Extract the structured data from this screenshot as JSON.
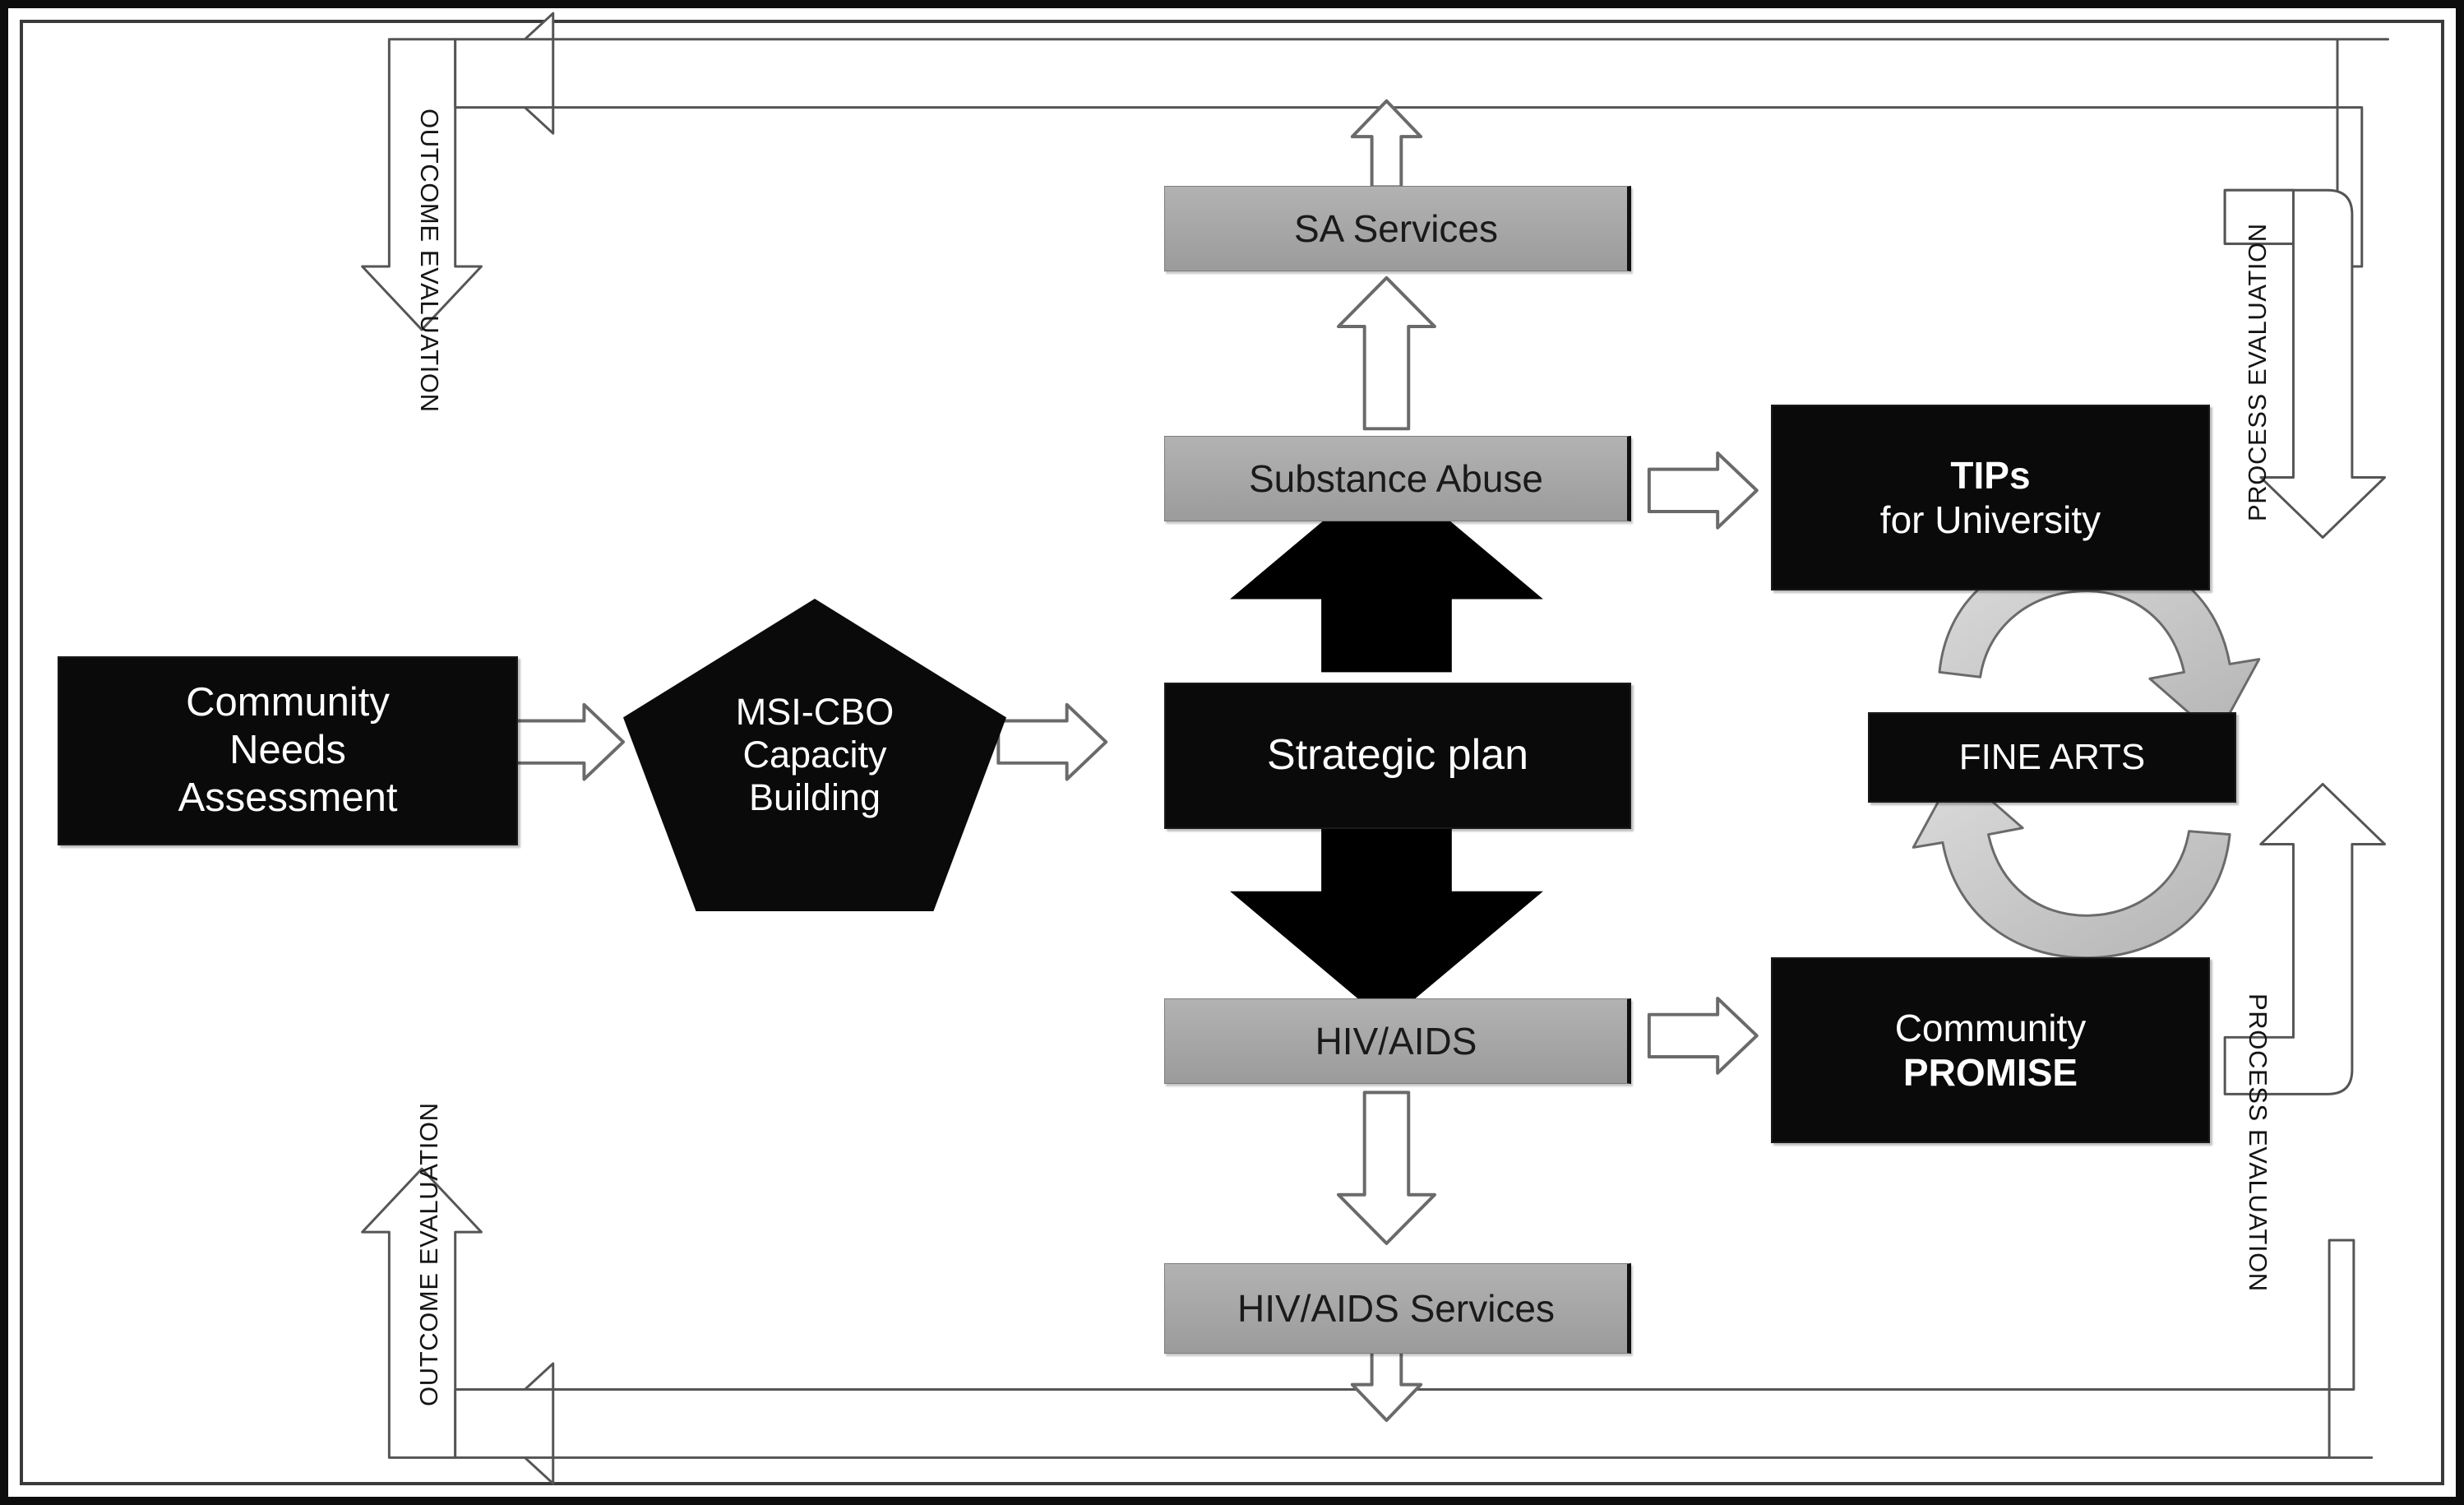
{
  "diagram": {
    "title": "MSI-CBO Capacity Building Program Logic Model",
    "colors": {
      "black_node": "#0a0a0a",
      "gray_node": "#a8a8a8",
      "text_on_black": "#ffffff",
      "text_on_gray": "#1a1a1a",
      "arrow_outline": "#555555",
      "arrow_fill": "#ffffff",
      "solid_arrow": "#000000",
      "cycle_arrow_fill": "#c9c9c9",
      "frame": "#0d0d0d"
    },
    "nodes": {
      "community_needs": {
        "label": "Community\nNeeds\nAssessment",
        "lines": [
          "Community",
          "Needs",
          "Assessment"
        ],
        "style": "black-rect"
      },
      "capacity_building": {
        "label": "MSI-CBO Capacity Building",
        "lines": [
          "MSI-CBO",
          "Capacity",
          "Building"
        ],
        "style": "black-pentagon"
      },
      "strategic_plan": {
        "label": "Strategic plan",
        "lines": [
          "Strategic plan"
        ],
        "style": "black-rect"
      },
      "substance_abuse": {
        "label": "Substance Abuse",
        "lines": [
          "Substance Abuse"
        ],
        "style": "gray-rect"
      },
      "sa_services": {
        "label": "SA Services",
        "lines": [
          "SA Services"
        ],
        "style": "gray-rect"
      },
      "hiv_aids": {
        "label": "HIV/AIDS",
        "lines": [
          "HIV/AIDS"
        ],
        "style": "gray-rect"
      },
      "hiv_aids_services": {
        "label": "HIV/AIDS Services",
        "lines": [
          "HIV/AIDS Services"
        ],
        "style": "gray-rect"
      },
      "tips_university": {
        "label": "TIPs for University",
        "line1": "TIPs",
        "line2": "for University",
        "style": "black-rect"
      },
      "fine_arts": {
        "label": "FINE ARTS",
        "lines": [
          "FINE ARTS"
        ],
        "style": "black-rect"
      },
      "community_promise": {
        "label": "Community PROMISE",
        "line1": "Community",
        "line2": "PROMISE",
        "style": "black-rect"
      }
    },
    "evaluation_labels": {
      "outcome_top": "OUTCOME EVALUATION",
      "outcome_bottom": "OUTCOME EVALUATION",
      "process_top": "PROCESS EVALUATION",
      "process_bottom": "PROCESS EVALUATION"
    },
    "connectors": [
      {
        "name": "needs-to-capacity",
        "from": "community_needs",
        "to": "capacity_building",
        "type": "block-arrow-right"
      },
      {
        "name": "capacity-to-plan",
        "from": "capacity_building",
        "to": "strategic_plan",
        "type": "block-arrow-right"
      },
      {
        "name": "plan-to-substance-abuse",
        "from": "strategic_plan",
        "to": "substance_abuse",
        "type": "solid-block-arrow-up"
      },
      {
        "name": "plan-to-hiv",
        "from": "strategic_plan",
        "to": "hiv_aids",
        "type": "solid-block-arrow-down"
      },
      {
        "name": "substance-abuse-to-sa-services",
        "from": "substance_abuse",
        "to": "sa_services",
        "type": "block-arrow-up"
      },
      {
        "name": "sa-services-to-outcome-loop",
        "from": "sa_services",
        "to": "outcome_top",
        "type": "block-arrow-up"
      },
      {
        "name": "substance-abuse-to-tips",
        "from": "substance_abuse",
        "to": "tips_university",
        "type": "block-arrow-right"
      },
      {
        "name": "hiv-to-hiv-services",
        "from": "hiv_aids",
        "to": "hiv_aids_services",
        "type": "block-arrow-down"
      },
      {
        "name": "hiv-services-to-outcome-loop",
        "from": "hiv_aids_services",
        "to": "outcome_bottom",
        "type": "block-arrow-down"
      },
      {
        "name": "hiv-to-community-promise",
        "from": "hiv_aids",
        "to": "community_promise",
        "type": "block-arrow-right"
      },
      {
        "name": "tips-to-fine-arts",
        "from": "tips_university",
        "to": "fine_arts",
        "type": "curved-cycle-arrow"
      },
      {
        "name": "fine-arts-to-community-promise",
        "from": "fine_arts",
        "to": "community_promise",
        "type": "curved-cycle-arrow"
      },
      {
        "name": "outcome-evaluation-top-loop",
        "from": "sa_services",
        "to": "capacity_building",
        "type": "elbow-block-arrow"
      },
      {
        "name": "outcome-evaluation-bottom-loop",
        "from": "hiv_aids_services",
        "to": "capacity_building",
        "type": "elbow-block-arrow"
      },
      {
        "name": "process-evaluation-top-loop",
        "from": "tips_university",
        "to": "sa_services",
        "type": "u-turn-block-arrow"
      },
      {
        "name": "process-evaluation-bottom-loop",
        "from": "community_promise",
        "to": "hiv_aids_services",
        "type": "u-turn-block-arrow"
      }
    ]
  }
}
